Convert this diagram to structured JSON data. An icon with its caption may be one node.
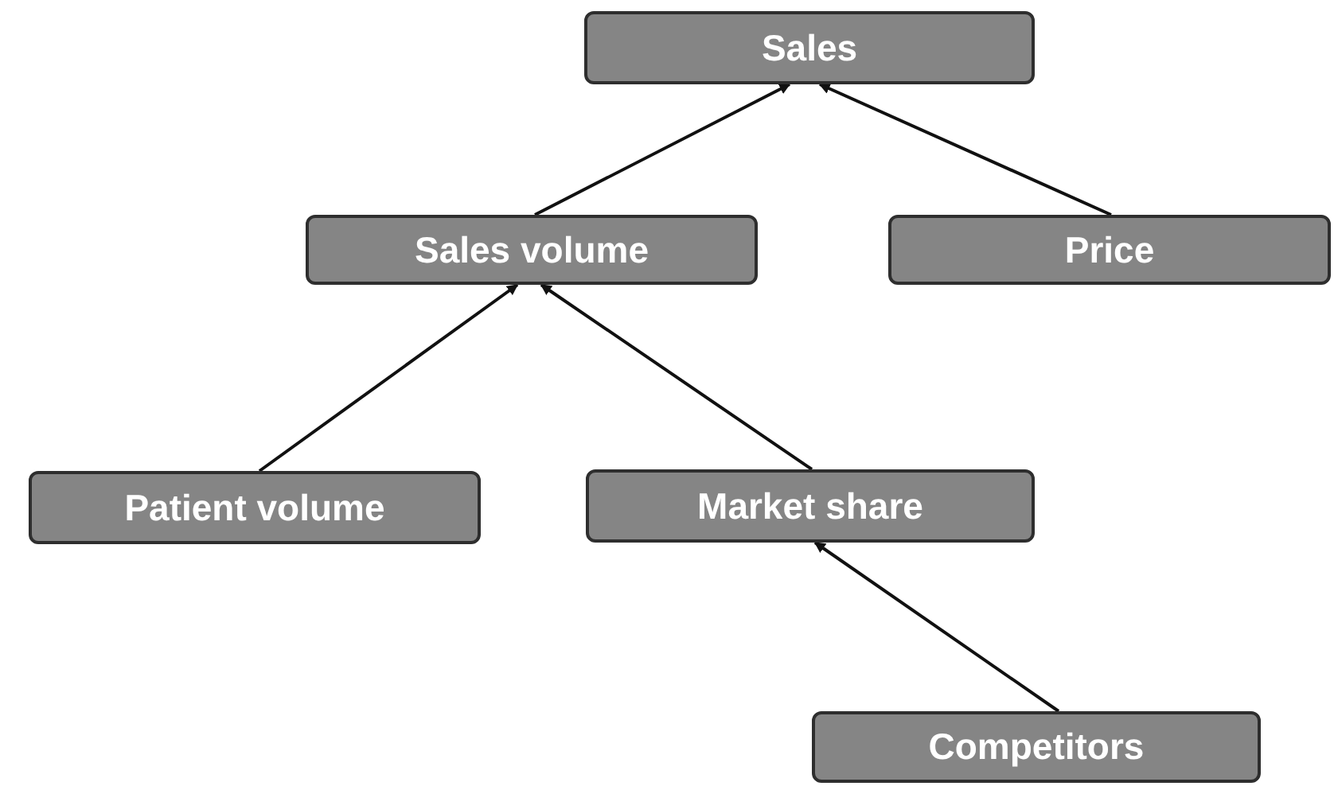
{
  "diagram": {
    "nodes": [
      {
        "text": [
          "Sales"
        ]
      },
      {
        "text": [
          "Sales volume"
        ]
      },
      {
        "text": [
          "Price"
        ]
      },
      {
        "text": [
          "Patient volume"
        ]
      },
      {
        "text": [
          "Market share"
        ]
      },
      {
        "text": [
          "Competitors"
        ]
      }
    ],
    "edges": [
      {
        "from": 1,
        "to": 0,
        "arrow": "to"
      },
      {
        "from": 2,
        "to": 0,
        "arrow": "to"
      },
      {
        "from": 3,
        "to": 1,
        "arrow": "to"
      },
      {
        "from": 4,
        "to": 1,
        "arrow": "to"
      },
      {
        "from": 5,
        "to": 4,
        "arrow": "to"
      }
    ]
  }
}
